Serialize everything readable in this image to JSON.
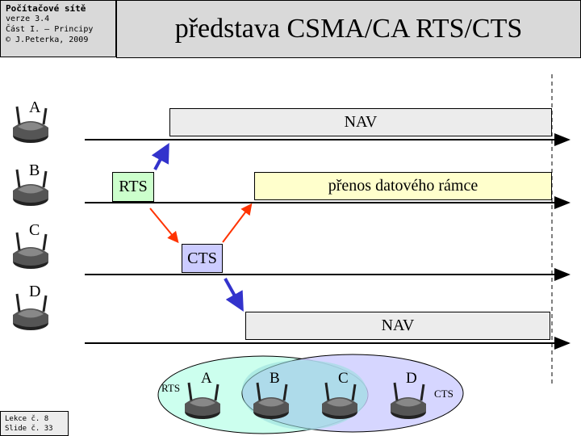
{
  "header": {
    "course": "Počítačové sítě",
    "version": "verze 3.4",
    "part": "Část I. – Principy",
    "copyright": "© J.Peterka, 2009"
  },
  "title": "představa CSMA/CA RTS/CTS",
  "footer": {
    "lesson": "Lekce č. 8",
    "slide": "Slide č. 33"
  },
  "stations": [
    "A",
    "B",
    "C",
    "D"
  ],
  "frames": {
    "nav_a": "NAV",
    "rts": "RTS",
    "cts": "CTS",
    "data": "přenos datového rámce",
    "nav_d": "NAV"
  },
  "venn": {
    "left_label": "RTS",
    "right_label": "CTS",
    "stations": [
      "A",
      "B",
      "C",
      "D"
    ]
  },
  "colors": {
    "rts_fill": "#ccffcc",
    "cts_fill": "#ccccff",
    "data_fill": "#ffffcc",
    "nav_fill": "#ececec",
    "arrow_blue": "#3333cc",
    "arrow_red": "#ff3300",
    "venn_left": "#ccffee",
    "venn_right": "#ccccff"
  }
}
